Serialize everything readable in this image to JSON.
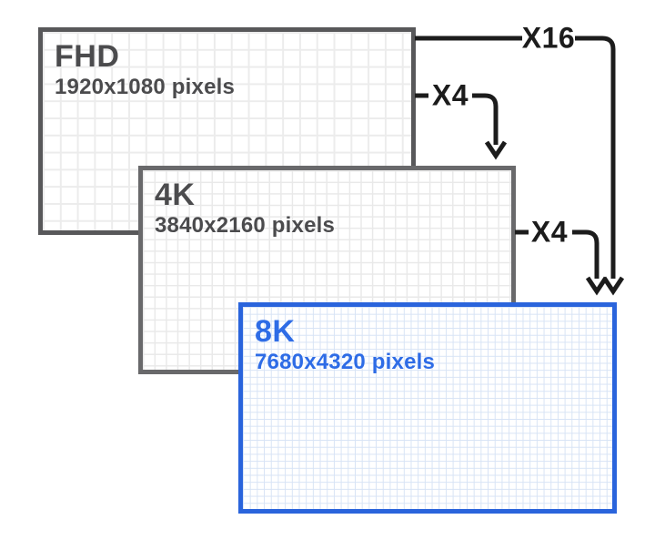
{
  "diagram": {
    "background_color": "#ffffff",
    "arrow_color": "#1c1c1c",
    "resolutions": [
      {
        "title": "FHD",
        "subtitle": "1920x1080 pixels",
        "border_color": "#58585a",
        "text_color": "#4b4b4d",
        "grid_color": "#ececec"
      },
      {
        "title": "4K",
        "subtitle": "3840x2160 pixels",
        "border_color": "#69696b",
        "text_color": "#4b4b4d",
        "grid_color": "#e9e9e9"
      },
      {
        "title": "8K",
        "subtitle": "7680x4320 pixels",
        "border_color": "#2a64dc",
        "text_color": "#2e6ce6",
        "grid_color": "#d7e3f5"
      }
    ],
    "arrows": [
      {
        "label": "X4",
        "from": "FHD",
        "to": "4K"
      },
      {
        "label": "X16",
        "from": "FHD",
        "to": "8K"
      },
      {
        "label": "X4",
        "from": "4K",
        "to": "8K"
      }
    ]
  }
}
